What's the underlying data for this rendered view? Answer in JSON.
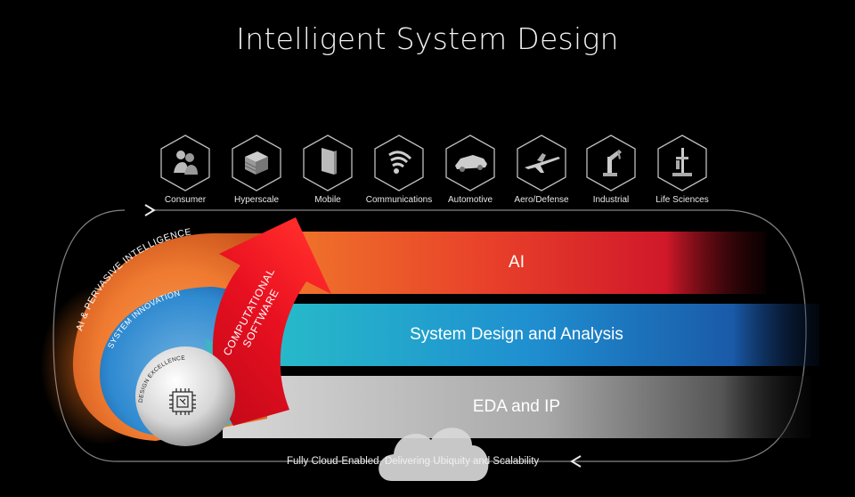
{
  "title": "Intelligent System Design",
  "industries": [
    {
      "label": "Consumer",
      "icon": "people-icon"
    },
    {
      "label": "Hyperscale",
      "icon": "server-icon"
    },
    {
      "label": "Mobile",
      "icon": "phone-icon"
    },
    {
      "label": "Communications",
      "icon": "wifi-icon"
    },
    {
      "label": "Automotive",
      "icon": "car-icon"
    },
    {
      "label": "Aero/Defense",
      "icon": "jet-icon"
    },
    {
      "label": "Industrial",
      "icon": "robot-arm-icon"
    },
    {
      "label": "Life Sciences",
      "icon": "lab-stand-icon"
    }
  ],
  "bands": {
    "ai": "AI",
    "system": "System Design and Analysis",
    "eda": "EDA and IP"
  },
  "arcs": {
    "outer": "AI & PERVASIVE INTELLIGENCE",
    "middle": "SYSTEM INNOVATION",
    "inner": "DESIGN EXCELLENCE"
  },
  "arrow_text": [
    "COMPUTATIONAL",
    "SOFTWARE"
  ],
  "footer": "Fully Cloud-Enabled, Delivering Ubiquity and Scalability",
  "colors": {
    "ai_band": "#e8502a",
    "system_band": "#1f8fd0",
    "eda_band": "#9a9a9a",
    "arrow": "#e01020"
  }
}
